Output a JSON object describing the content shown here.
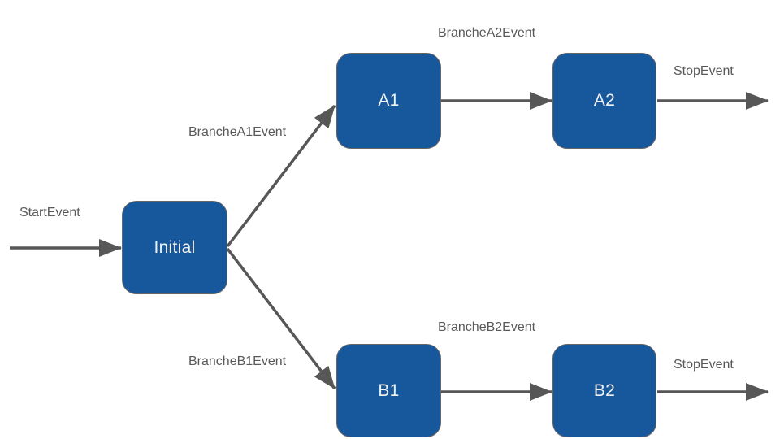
{
  "diagram": {
    "type": "state-flow-diagram",
    "colors": {
      "background": "#ffffff",
      "node_fill": "#17579c",
      "node_border": "#666666",
      "node_text": "#f2f2f2",
      "edge": "#575757",
      "label": "#595959"
    },
    "nodes": [
      {
        "id": "initial",
        "label": "Initial"
      },
      {
        "id": "a1",
        "label": "A1"
      },
      {
        "id": "a2",
        "label": "A2"
      },
      {
        "id": "b1",
        "label": "B1"
      },
      {
        "id": "b2",
        "label": "B2"
      }
    ],
    "edges": [
      {
        "label": "StartEvent",
        "from": "start",
        "to": "initial"
      },
      {
        "label": "BrancheA1Event",
        "from": "initial",
        "to": "a1"
      },
      {
        "label": "BrancheA2Event",
        "from": "a1",
        "to": "a2"
      },
      {
        "label": "StopEvent",
        "from": "a2",
        "to": "end"
      },
      {
        "label": "BrancheB1Event",
        "from": "initial",
        "to": "b1"
      },
      {
        "label": "BrancheB2Event",
        "from": "b1",
        "to": "b2"
      },
      {
        "label": "StopEvent",
        "from": "b2",
        "to": "end"
      }
    ]
  }
}
